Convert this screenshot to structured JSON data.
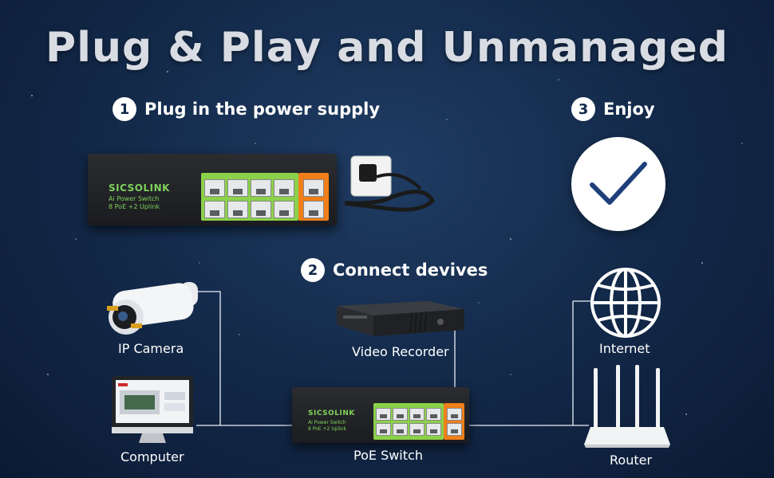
{
  "title": "Plug & Play and Unmanaged",
  "steps": [
    {
      "num": "1",
      "text": "Plug in the power supply"
    },
    {
      "num": "2",
      "text": "Connect devives"
    },
    {
      "num": "3",
      "text": "Enjoy"
    }
  ],
  "switch": {
    "brand": "SICSOLINK",
    "line1": "Ai Power Switch",
    "line2": "8 PoE +2 Uplink"
  },
  "devices": {
    "ip_camera": "IP Camera",
    "video_recorder": "Video Recorder",
    "internet": "Internet",
    "computer": "Computer",
    "poe_switch": "PoE Switch",
    "router": "Router"
  },
  "colors": {
    "background": "#142b4c",
    "poe_ports": "#8bd14a",
    "uplink_ports": "#f07f1a",
    "check": "#1e3f7a"
  }
}
